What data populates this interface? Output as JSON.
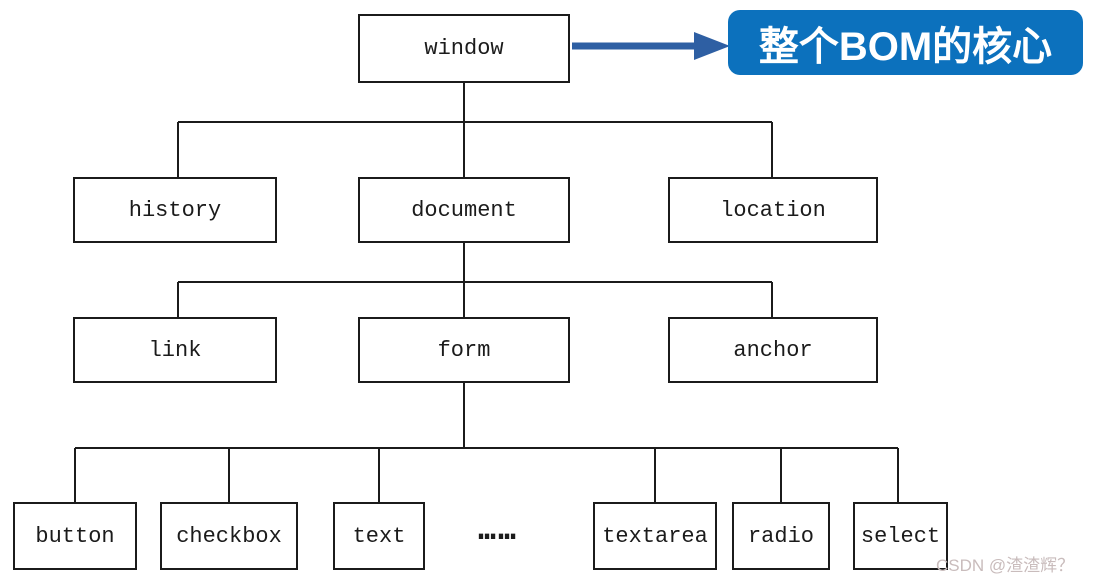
{
  "colors": {
    "line": "#1b1b1b",
    "node_border": "#1b1b1b",
    "arrow": "#2e5fa3",
    "callout_bg": "#0c71bd",
    "callout_text": "#ffffff",
    "watermark": "#c9bcbc"
  },
  "diagram": {
    "root": {
      "label": "window"
    },
    "level1": [
      {
        "label": "history"
      },
      {
        "label": "document"
      },
      {
        "label": "location"
      }
    ],
    "level2": [
      {
        "label": "link"
      },
      {
        "label": "form"
      },
      {
        "label": "anchor"
      }
    ],
    "level3": [
      {
        "label": "button"
      },
      {
        "label": "checkbox"
      },
      {
        "label": "text"
      },
      {
        "label": "textarea"
      },
      {
        "label": "radio"
      },
      {
        "label": "select"
      }
    ],
    "ellipsis": "……",
    "callout": {
      "label": "整个BOM的核心"
    },
    "watermark": "CSDN @渣渣辉？"
  }
}
